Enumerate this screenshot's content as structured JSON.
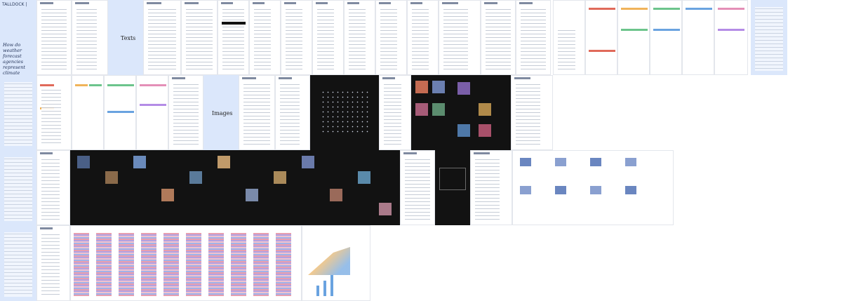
{
  "poster": {
    "badge": "TALLDOCK |",
    "question": "How do weather forecast agencies represent climate change when they are explicitly asked to?",
    "section_texts": "Texts",
    "section_images": "Images"
  },
  "colors": {
    "background": "#ffffff",
    "panel_blue": "#dbe7fb",
    "dark": "#121212",
    "accent_orange": "#f0b35a",
    "accent_green": "#6cc48c",
    "accent_pink": "#e48fb7",
    "accent_blue": "#6aa3e0",
    "accent_purple": "#b48ce6",
    "accent_red": "#e06a5a"
  }
}
